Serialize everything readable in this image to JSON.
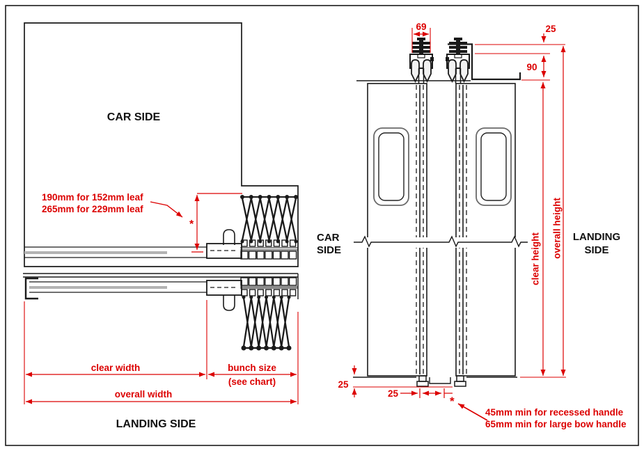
{
  "title": "lift shutter gate installation diagram",
  "colors": {
    "accent_red": "#dc0000",
    "line_black": "#1a1a1a",
    "track_gray": "#b3b3b3"
  },
  "plan": {
    "car_side_label": "CAR SIDE",
    "landing_side_label": "LANDING SIDE",
    "leaf_note": [
      "190mm for 152mm leaf",
      "265mm for 229mm leaf"
    ],
    "asterisk": "*",
    "dims": {
      "clear_width": "clear width",
      "bunch_size": "bunch size",
      "see_chart": "(see chart)",
      "overall_width": "overall width"
    }
  },
  "elevation": {
    "car_side": [
      "CAR",
      "SIDE"
    ],
    "landing_side": [
      "LANDING",
      "SIDE"
    ],
    "asterisk": "*",
    "dims": {
      "hanger_width": "69",
      "top_gap": "25",
      "track_height": "90",
      "sill_height": "25",
      "bottom_gap": "25",
      "clear_height": "clear height",
      "overall_height": "overall height"
    },
    "handle_note": [
      "45mm min for recessed handle",
      "65mm min for large bow handle"
    ]
  }
}
